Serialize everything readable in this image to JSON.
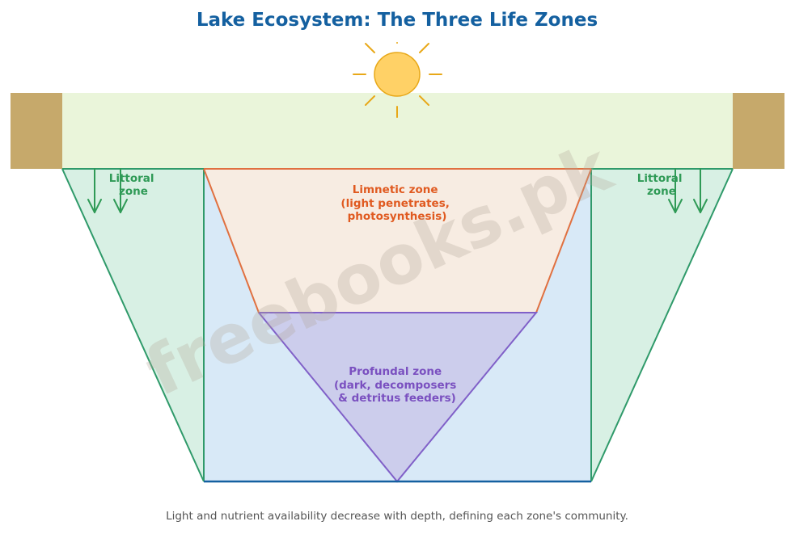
{
  "title": "Lake Ecosystem: The Three Life Zones",
  "zones": {
    "littoral_left": [
      "Littoral",
      "zone"
    ],
    "littoral_right": [
      "Littoral",
      "zone"
    ],
    "limnetic": [
      "Limnetic zone",
      "(light penetrates,",
      "photosynthesis)"
    ],
    "profundal": [
      "Profundal zone",
      "(dark, decomposers",
      "& detritus feeders)"
    ]
  },
  "caption": "Light and nutrient availability decrease with depth, defining each zone's community.",
  "watermark": "freebooks.pk",
  "icons": {
    "sun": "sun-icon",
    "arrow": "arrow-down-icon"
  },
  "colors": {
    "title": "#1460a0",
    "shore": "#c6a96b",
    "sky_band": "#eaf5da",
    "littoral_fill": "#d8f0e4",
    "littoral_stroke": "#2f9a6a",
    "littoral_text": "#2f9a56",
    "limnetic_fill": "#f7ece2",
    "limnetic_stroke": "#e07040",
    "limnetic_text": "#e05a20",
    "profundal_fill": "#cccdec",
    "profundal_stroke": "#8060c8",
    "profundal_text": "#7a50c0",
    "water_fill": "#d8e9f7",
    "bottom_line": "#1460a0",
    "sun_fill": "#ffd166",
    "sun_stroke": "#e8a818",
    "caption": "#555555",
    "watermark": "#b4a89a"
  }
}
